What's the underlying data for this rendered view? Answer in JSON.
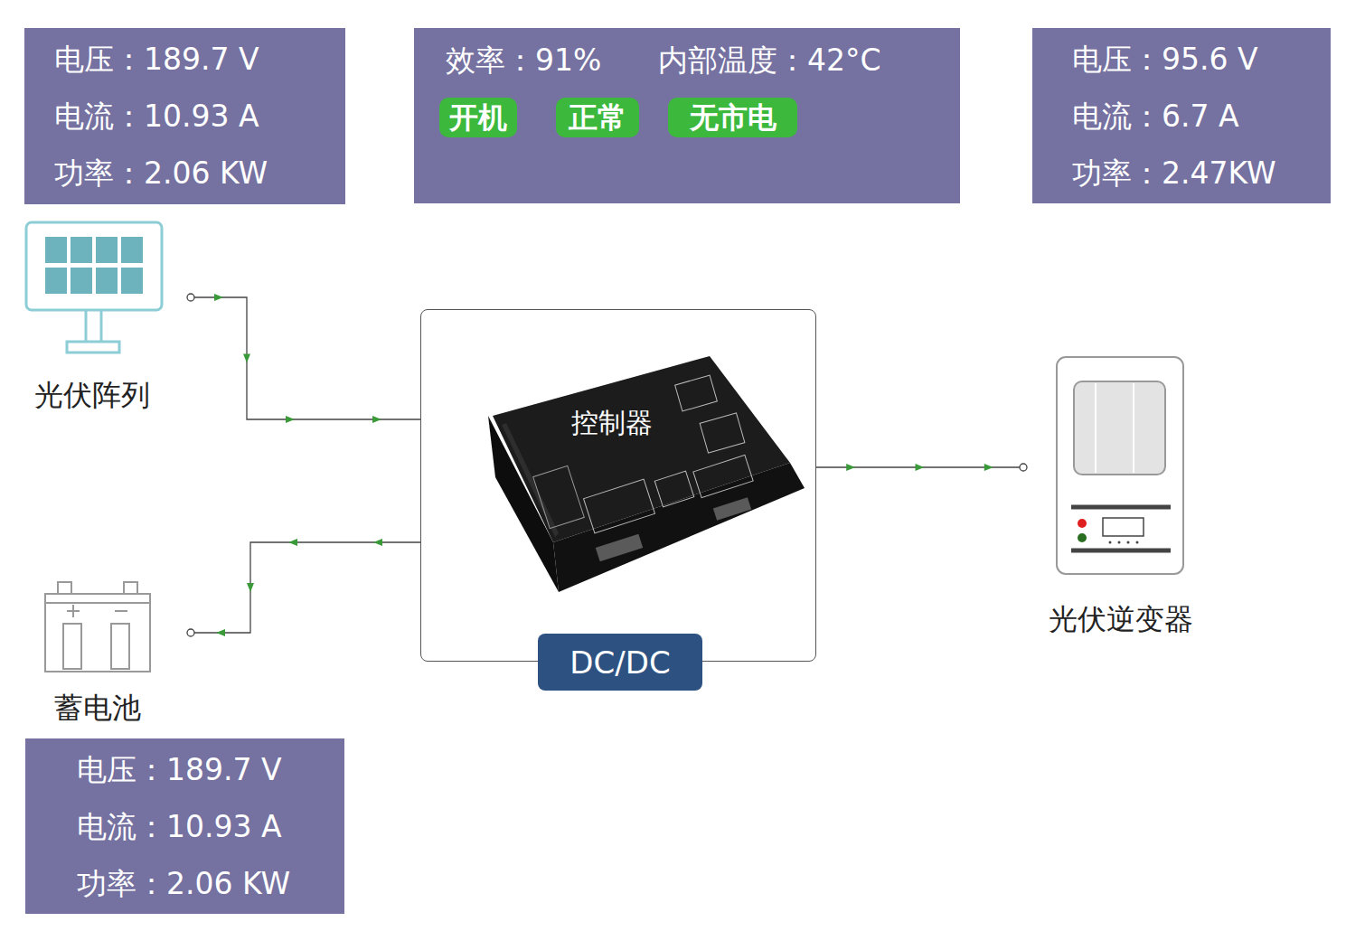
{
  "diagram": {
    "nodes": [
      {
        "text": [
          "电压：189.7 V",
          "电流：10.93 A",
          "功率：2.06 KW"
        ]
      },
      {
        "text": [
          "效率：91%",
          "内部温度：42°C"
        ]
      },
      {
        "text": [
          "开机"
        ],
        "in": 1
      },
      {
        "text": [
          "正常"
        ],
        "in": 1
      },
      {
        "text": [
          "无市电"
        ],
        "in": 1
      },
      {
        "text": [
          "电压：95.6 V",
          "电流：6.7 A",
          "功率：2.47KW"
        ]
      },
      {
        "text": [
          "光伏阵列"
        ]
      },
      {
        "text": [
          "控制器"
        ]
      },
      {
        "text": [
          "DC/DC"
        ],
        "in": 7
      },
      {
        "text": [
          "光伏逆变器"
        ]
      },
      {
        "text": [
          "蓄电池"
        ]
      },
      {
        "text": [
          "电压：189.7 V",
          "电流：10.93 A",
          "功率：2.06 KW"
        ]
      }
    ],
    "edges": [
      {
        "from": 6,
        "to": 7,
        "arrow": "to"
      },
      {
        "from": 7,
        "to": 9,
        "arrow": "to"
      },
      {
        "from": 7,
        "to": 10,
        "arrow": "to"
      }
    ]
  }
}
